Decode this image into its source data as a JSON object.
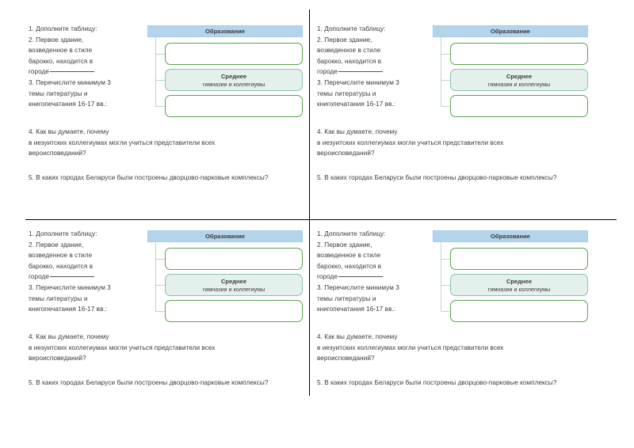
{
  "worksheet": {
    "questions": {
      "q1": "1. Дополните таблицу:",
      "q2_lines": [
        "2. Первое здание,",
        "возведенное в стиле",
        "барокко, находится в",
        "городе"
      ],
      "q3_lines": [
        "3. Перечислите минимум 3",
        "темы литературы и",
        "книгопечатания 16-17 вв.:"
      ],
      "q4_lines": [
        "4. Как вы думаете, почему",
        "в иезуитских коллегиумах могли учиться представители всех",
        "вероисповеданий?"
      ],
      "q5": "5. В каких городах Беларуси были построены дворцово-парковые комплексы?"
    },
    "diagram": {
      "root_label": "Образование",
      "children": [
        {
          "label": "",
          "sublabel": "",
          "filled": false
        },
        {
          "label": "Среднее",
          "sublabel": "гимназии и коллегиумы",
          "filled": true
        },
        {
          "label": "",
          "sublabel": "",
          "filled": false
        }
      ]
    }
  },
  "colors": {
    "root_fill": "#b4d4ec",
    "branch_fill": "#e3f0ec",
    "node_border": "#5aa34f",
    "connector": "#b9d8c6",
    "divider": "#000000",
    "text": "#3a3a3a"
  }
}
